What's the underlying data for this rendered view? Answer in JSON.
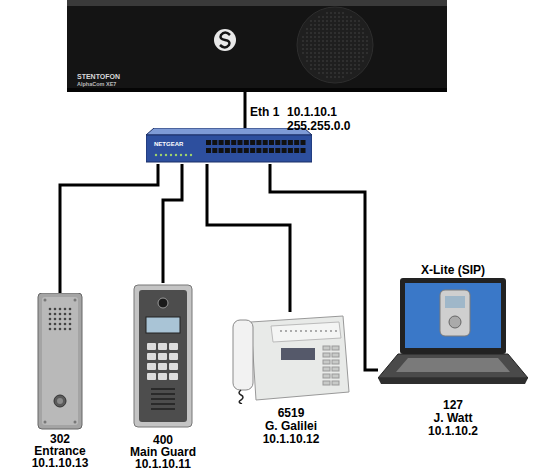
{
  "diagram": {
    "nodes": [
      {
        "text": [
          "STENTOFON",
          "AlphaCom XE7"
        ]
      },
      {
        "text": [
          "NETGEAR"
        ]
      },
      {
        "text": [
          "302",
          "Entrance",
          "10.1.10.13"
        ]
      },
      {
        "text": [
          "400",
          "Main Guard",
          "10.1.10.11"
        ]
      },
      {
        "text": [
          "6519",
          "G. Galilei",
          "10.1.10.12"
        ]
      },
      {
        "text": [
          "X-Lite (SIP)",
          "127",
          "J. Watt",
          "10.1.10.2"
        ]
      }
    ],
    "edges": [
      {
        "from": 0,
        "to": 1,
        "arrow": "none"
      },
      {
        "from": 1,
        "to": 2,
        "arrow": "none"
      },
      {
        "from": 1,
        "to": 3,
        "arrow": "none"
      },
      {
        "from": 1,
        "to": 4,
        "arrow": "none"
      },
      {
        "from": 1,
        "to": 5,
        "arrow": "none"
      }
    ],
    "labels": [
      "Eth 1",
      "10.1.10.1",
      "255.255.0.0"
    ]
  }
}
